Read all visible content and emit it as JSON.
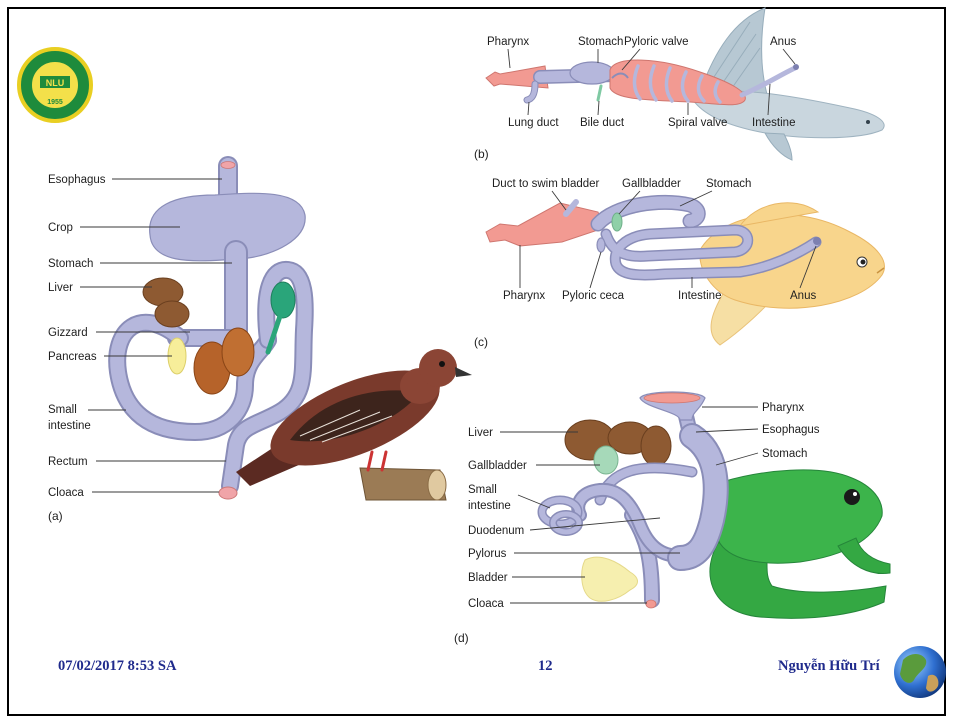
{
  "logo": {
    "center": "NLU",
    "year": "1955"
  },
  "diagram_a": {
    "panel": "(a)",
    "labels": {
      "esophagus": "Esophagus",
      "crop": "Crop",
      "stomach": "Stomach",
      "liver": "Liver",
      "gizzard": "Gizzard",
      "pancreas": "Pancreas",
      "small_intestine": [
        "Small",
        "intestine"
      ],
      "rectum": "Rectum",
      "cloaca": "Cloaca"
    }
  },
  "diagram_b": {
    "panel": "(b)",
    "labels": {
      "pharynx": "Pharynx",
      "stomach": "Stomach",
      "pyloric_valve": "Pyloric valve",
      "anus": "Anus",
      "lung_duct": "Lung duct",
      "bile_duct": "Bile duct",
      "spiral_valve": "Spiral valve",
      "intestine": "Intestine"
    }
  },
  "diagram_c": {
    "panel": "(c)",
    "labels": {
      "duct_to_swim_bladder": "Duct to swim bladder",
      "gallbladder": "Gallbladder",
      "stomach": "Stomach",
      "pharynx": "Pharynx",
      "pyloric_ceca": "Pyloric ceca",
      "intestine": "Intestine",
      "anus": "Anus"
    }
  },
  "diagram_d": {
    "panel": "(d)",
    "labels": {
      "pharynx": "Pharynx",
      "esophagus": "Esophagus",
      "stomach": "Stomach",
      "liver": "Liver",
      "gallbladder": "Gallbladder",
      "small_intestine": [
        "Small",
        "intestine"
      ],
      "duodenum": "Duodenum",
      "pylorus": "Pylorus",
      "bladder": "Bladder",
      "cloaca": "Cloaca"
    }
  },
  "footer": {
    "datetime": "07/02/2017 8:53 SA",
    "page_number": "12",
    "author": "Nguyễn Hữu Trí"
  },
  "colors": {
    "footer_text": "#1f2a8c",
    "digestive_tract": "#b5b7dc",
    "pharynx": "#f29a92",
    "liver": "#8e5a32",
    "frog": "#3cb44b",
    "goldfish": "#f8d58c"
  }
}
